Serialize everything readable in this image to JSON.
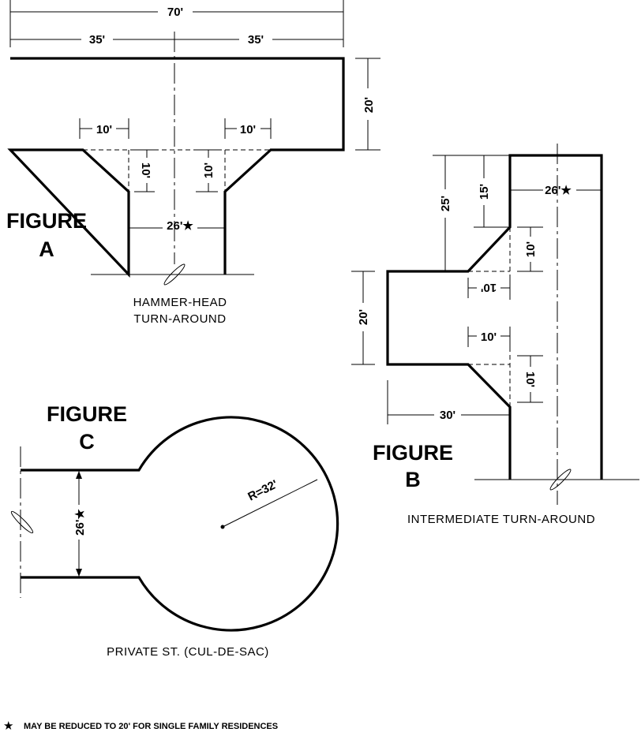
{
  "figure_a": {
    "title_line1": "FIGURE",
    "title_line2": "A",
    "caption_line1": "HAMMER-HEAD",
    "caption_line2": "TURN-AROUND",
    "dim_total_width": "70'",
    "dim_left_half": "35'",
    "dim_right_half": "35'",
    "dim_head_depth": "20'",
    "dim_left_flare_width": "10'",
    "dim_right_flare_width": "10'",
    "dim_left_flare_depth": "10'",
    "dim_right_flare_depth": "10'",
    "dim_road_width": "26'★"
  },
  "figure_b": {
    "title_line1": "FIGURE",
    "title_line2": "B",
    "caption": "INTERMEDIATE TURN-AROUND",
    "dim_road_width": "26'★",
    "dim_upper_offset": "25'",
    "dim_upper_straight": "15'",
    "dim_upper_flare_depth": "10'",
    "dim_upper_flare_width": "10'",
    "dim_pocket_depth": "20'",
    "dim_lower_flare_width": "10'",
    "dim_lower_flare_depth": "10'",
    "dim_pocket_length": "30'"
  },
  "figure_c": {
    "title_line1": "FIGURE",
    "title_line2": "C",
    "caption": "PRIVATE ST.  (CUL-DE-SAC)",
    "dim_radius": "R=32'",
    "dim_road_width": "26'★"
  },
  "footnote": {
    "symbol": "★",
    "text": "MAY BE REDUCED TO 20' FOR SINGLE FAMILY RESIDENCES"
  }
}
